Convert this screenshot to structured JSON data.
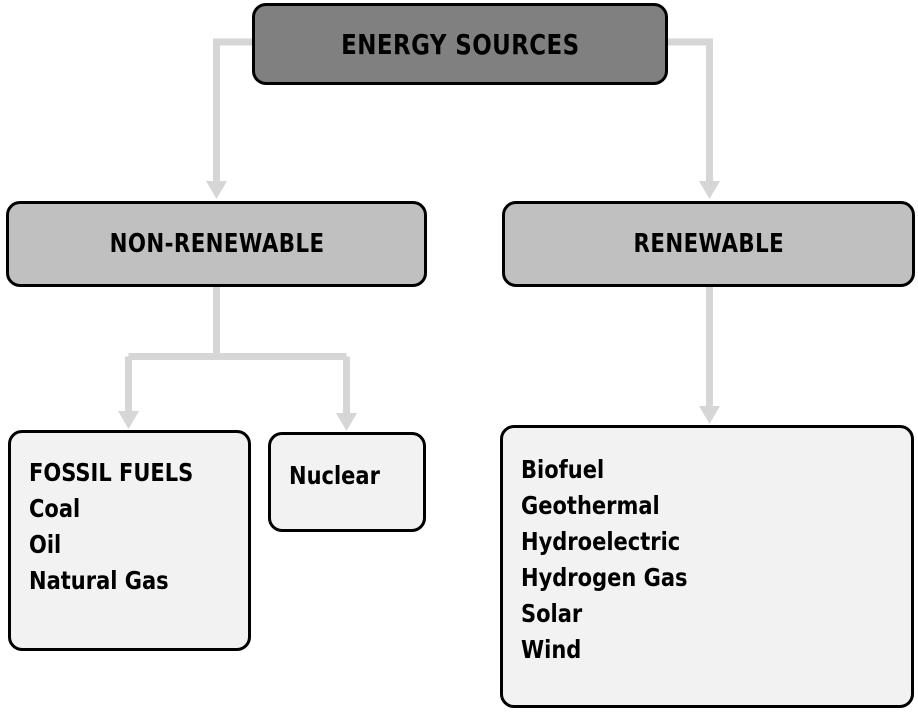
{
  "diagram": {
    "title": "ENERGY SOURCES",
    "colors": {
      "root_fill": "#808080",
      "branch_fill": "#c0c0c0",
      "leaf_fill": "#f2f2f2",
      "border": "#000000",
      "connector": "#d6d6d6",
      "background": "#ffffff",
      "text": "#000000"
    },
    "root": {
      "label": "ENERGY SOURCES"
    },
    "branches": [
      {
        "label": "NON-RENEWABLE"
      },
      {
        "label": "RENEWABLE"
      }
    ],
    "leaves": {
      "fossil_fuels": {
        "heading": "FOSSIL FUELS",
        "items": [
          "Coal",
          "Oil",
          "Natural Gas"
        ]
      },
      "nuclear": {
        "label": "Nuclear"
      },
      "renewables": {
        "items": [
          "Biofuel",
          "Geothermal",
          "Hydroelectric",
          "Hydrogen Gas",
          "Solar",
          "Wind"
        ]
      }
    },
    "connectors": [
      {
        "name": "root-to-non-renewable"
      },
      {
        "name": "root-to-renewable"
      },
      {
        "name": "non-renewable-to-fossil-fuels"
      },
      {
        "name": "non-renewable-to-nuclear"
      },
      {
        "name": "renewable-to-renewables-list"
      }
    ]
  }
}
